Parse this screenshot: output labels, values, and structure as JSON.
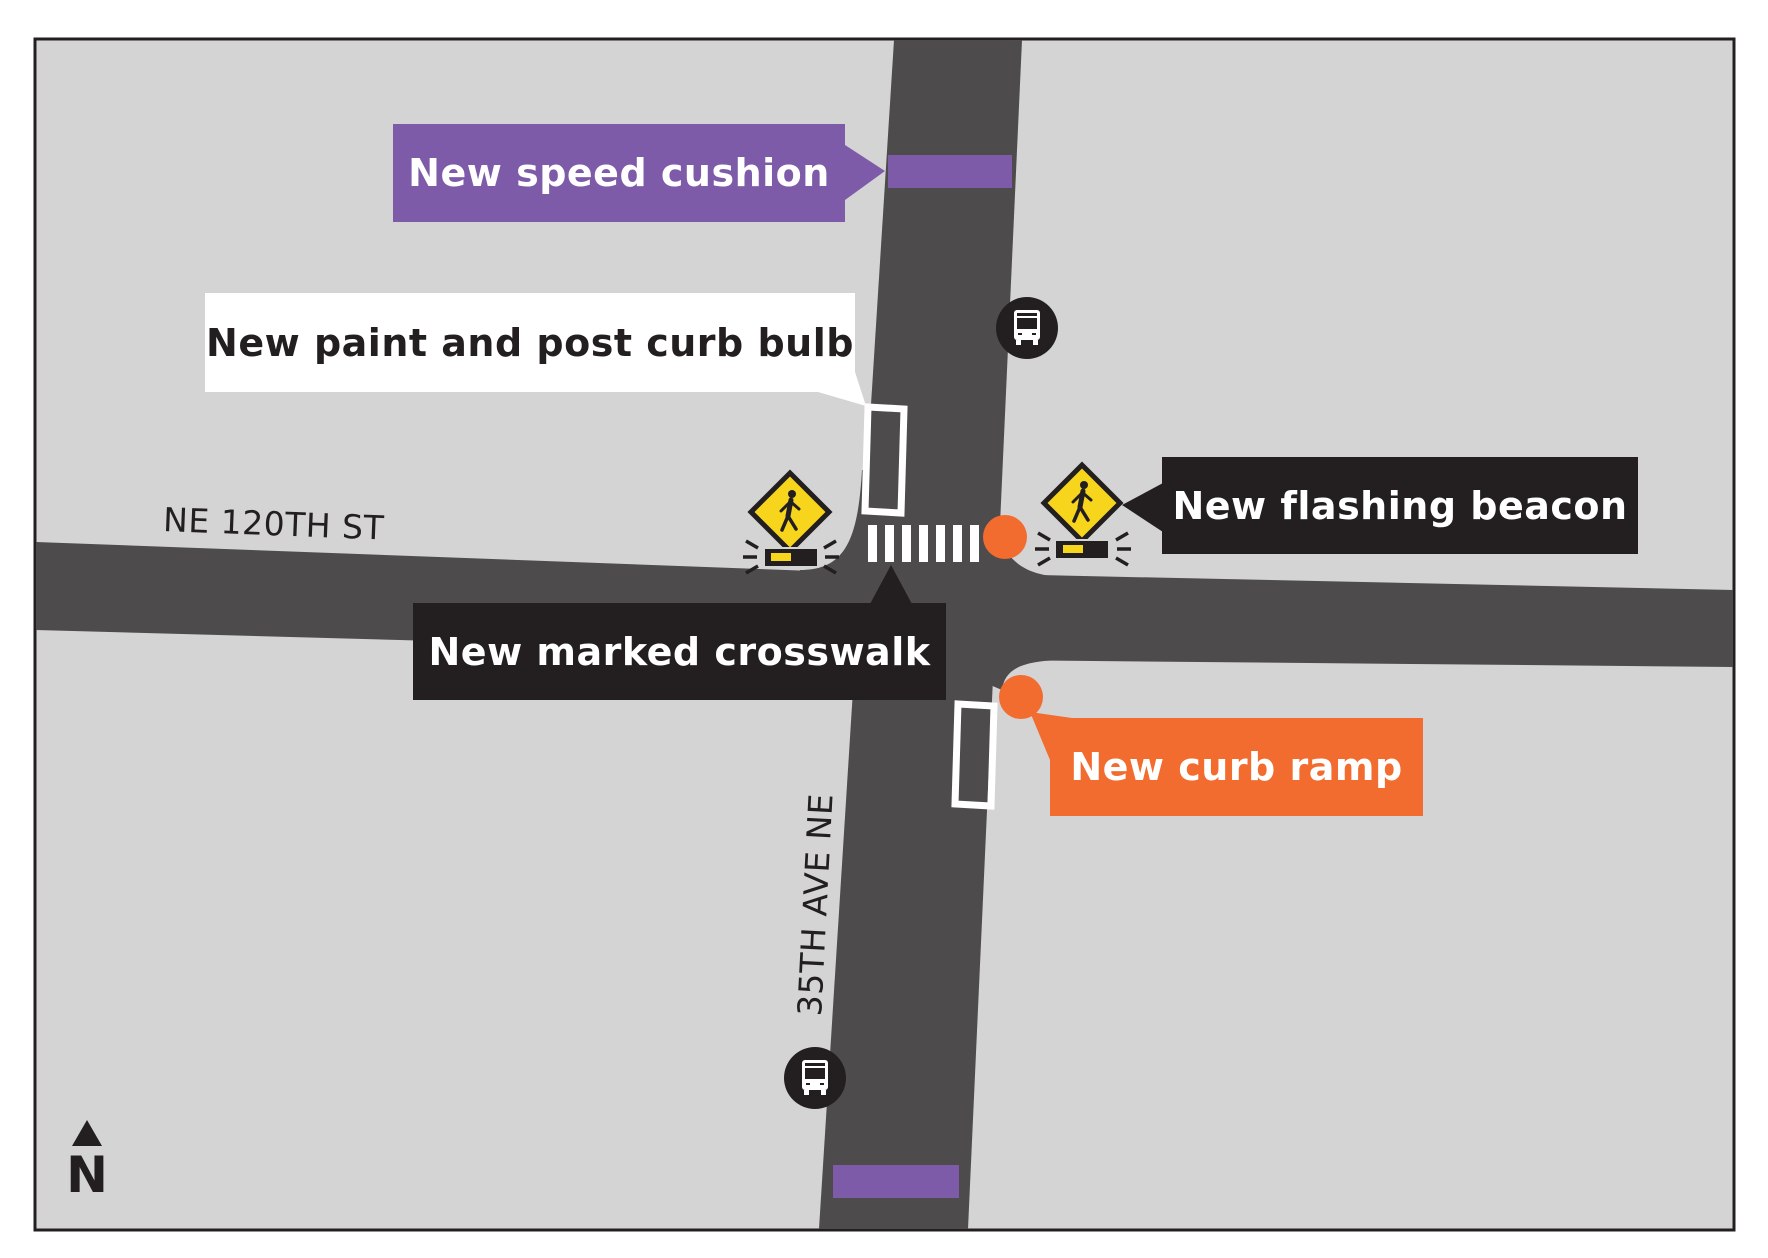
{
  "map": {
    "background_color": "#D4D4D4",
    "road_color": "#4D4B4C",
    "border_color": "#231F20"
  },
  "colors": {
    "speed_cushion": "#7D5BA8",
    "curb_ramp": "#F26B2F",
    "sign_yellow": "#F7D51D",
    "dark": "#231F20",
    "white": "#FFFFFF"
  },
  "streets": {
    "east_west": "NE 120TH ST",
    "north_south": "35TH AVE NE"
  },
  "labels": {
    "speed_cushion": "New speed cushion",
    "curb_bulb": "New paint and post curb bulb",
    "flashing_beacon": "New flashing beacon",
    "marked_crosswalk": "New marked crosswalk",
    "curb_ramp": "New curb ramp"
  },
  "icons": {
    "bus_stop": "bus-icon",
    "pedestrian_sign": "pedestrian-crossing-sign-icon",
    "beacon": "flashing-beacon-icon",
    "north_arrow": "north-arrow-icon"
  },
  "north": {
    "letter": "N"
  }
}
